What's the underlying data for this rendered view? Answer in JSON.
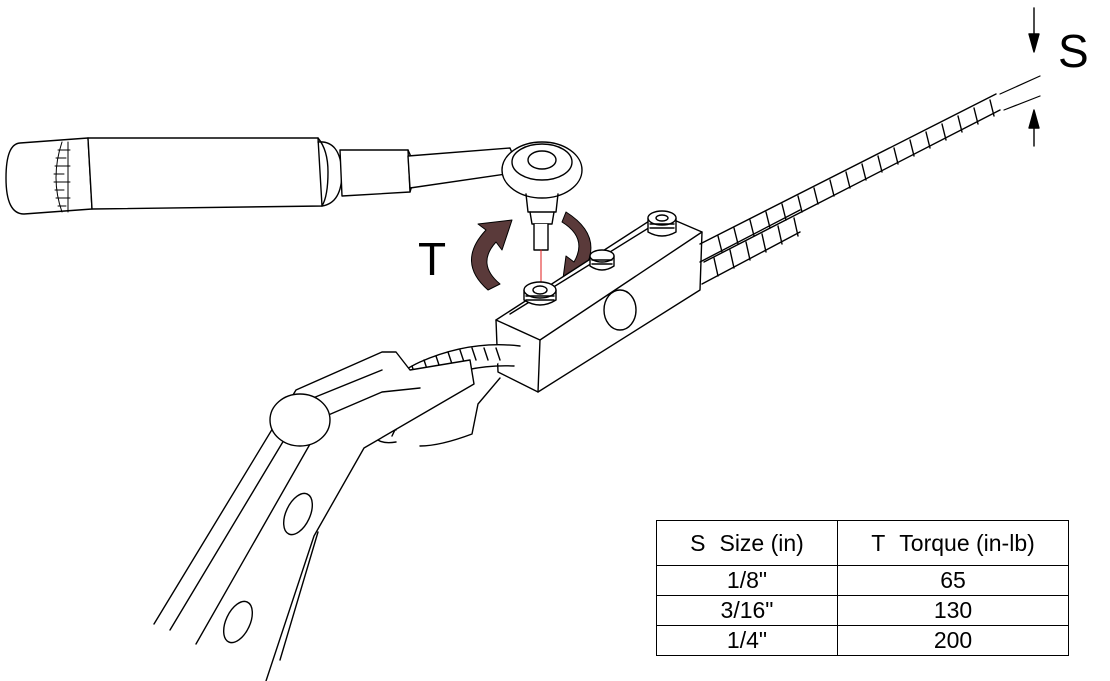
{
  "labels": {
    "s": "S",
    "t": "T"
  },
  "table": {
    "headers": [
      {
        "symbol": "S",
        "title": "Size (in)"
      },
      {
        "symbol": "T",
        "title": "Torque (in-lb)"
      }
    ],
    "rows": [
      {
        "size": "1/8\"",
        "torque": "65"
      },
      {
        "size": "3/16\"",
        "torque": "130"
      },
      {
        "size": "1/4\"",
        "torque": "200"
      }
    ]
  },
  "colors": {
    "line": "#000000",
    "arrow_fill": "#5a3a3a",
    "center_line": "#e01b1b"
  }
}
